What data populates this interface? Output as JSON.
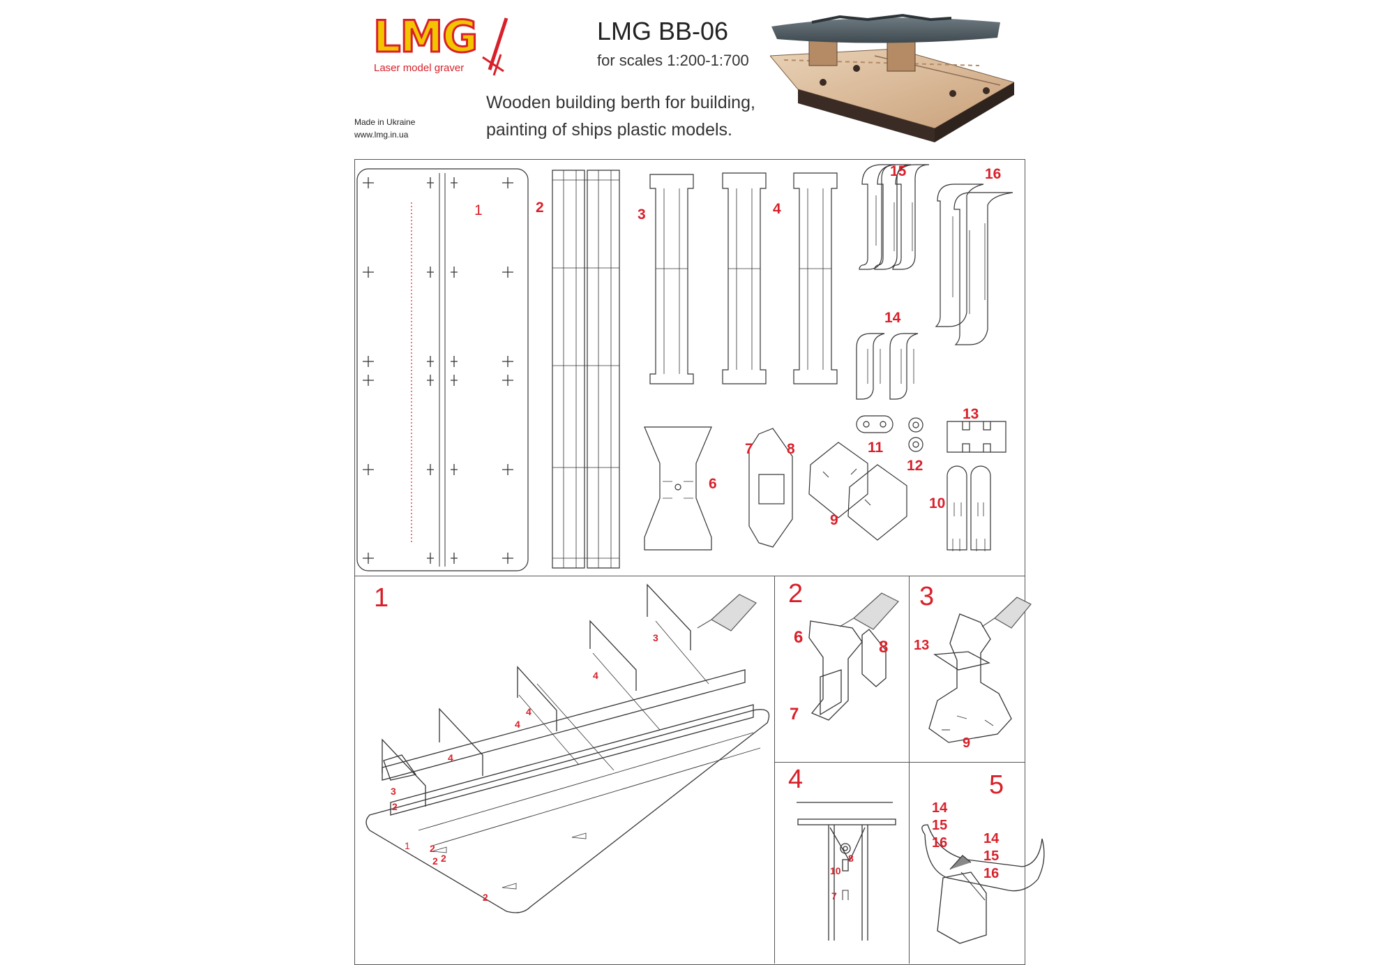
{
  "header": {
    "logo": "LMG",
    "logo_subtitle": "Laser model graver",
    "made_in": "Made in Ukraine",
    "website": "www.lmg.in.ua",
    "title": "LMG BB-06",
    "scales": "for scales 1:200-1:700",
    "description_line1": "Wooden building berth for building,",
    "description_line2": "painting of ships plastic models."
  },
  "colors": {
    "accent_red": "#d8202a",
    "logo_yellow": "#f2c500",
    "line": "#555555"
  },
  "parts_labels": {
    "p1": "1",
    "p2": "2",
    "p3": "3",
    "p4": "4",
    "p6": "6",
    "p7": "7",
    "p8": "8",
    "p9": "9",
    "p10": "10",
    "p11": "11",
    "p12": "12",
    "p13": "13",
    "p14": "14",
    "p15": "15",
    "p16": "16"
  },
  "steps": {
    "s1": {
      "number": "1",
      "labels": [
        "3",
        "4",
        "4",
        "4",
        "4",
        "3",
        "2",
        "2",
        "2",
        "1",
        "2",
        "2"
      ]
    },
    "s2": {
      "number": "2",
      "labels": [
        "6",
        "8",
        "7"
      ]
    },
    "s3": {
      "number": "3",
      "labels": [
        "13",
        "9"
      ]
    },
    "s4": {
      "number": "4",
      "labels": [
        "8",
        "10",
        "7"
      ]
    },
    "s5": {
      "number": "5",
      "labels": [
        "14",
        "15",
        "16",
        "14",
        "15",
        "16"
      ]
    }
  }
}
